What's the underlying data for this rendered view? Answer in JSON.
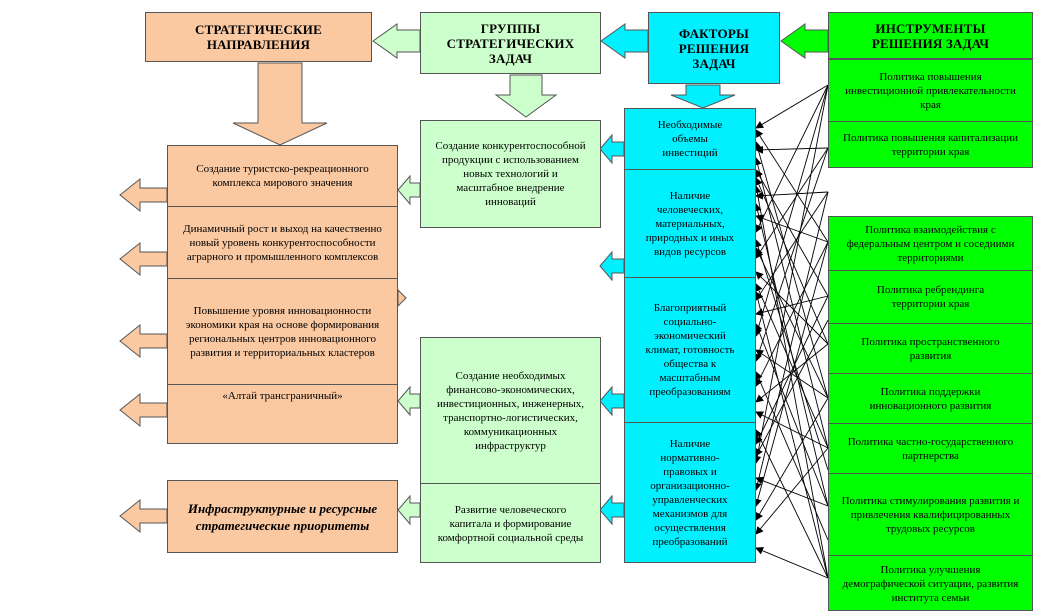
{
  "headers": {
    "directions": "СТРАТЕГИЧЕСКИЕ НАПРАВЛЕНИЯ",
    "groups": "ГРУППЫ СТРАТЕГИЧЕСКИХ ЗАДАЧ",
    "factors": "ФАКТОРЫ РЕШЕНИЯ ЗАДАЧ",
    "tools": "ИНСТРУМЕНТЫ РЕШЕНИЯ ЗАДАЧ"
  },
  "directions": [
    "Создание туристско-рекреационного комплекса мирового значения",
    "Динамичный рост и выход на качественно новый уровень конкурентоспособности аграрного и промышленного комплексов",
    "Повышение уровня инновационности экономики края на основе формирования региональных центров инновационного развития и территориальных кластеров",
    "«Алтай трансграничный»"
  ],
  "infra_priorities": "Инфраструктурные и ресурсные стратегические приоритеты",
  "groups": [
    "Создание конкурентоспособной продукции с использованием новых технологий и масштабное внедрение инноваций",
    "Создание необходимых финансово-экономических, инвестиционных, инженерных, транспортно-логистических, коммуникационных инфраструктур",
    "Развитие человеческого капитала и формирование комфортной социальной среды"
  ],
  "factors": [
    "Необходимые объемы инвестиций",
    "Наличие человеческих, материальных, природных и иных видов ресурсов",
    "Благоприятный социально-экономический климат, готовность общества к масштабным преобразованиям",
    "Наличие нормативно-правовых и организационно-управленческих механизмов для осуществления преобразований"
  ],
  "tools_top": [
    "Политика повышения инвестиционной привлекательности края",
    "Политика повышения капитализации территории края"
  ],
  "tools_bottom": [
    "Политика взаимодействия с федеральным центром и соседними территориями",
    "Политика ребрендинга территории края",
    "Политика пространственного развития",
    "Политика поддержки инновационного развития",
    "Политика частно-государственного партнерства",
    "Политика стимулирования развития и привлечения квалифицированных трудовых ресурсов",
    "Политика улучшения демографической ситуации, развития института семьи"
  ],
  "colors": {
    "orange": "#fac9a2",
    "light_green": "#ccffcc",
    "cyan": "#00f0ff",
    "green": "#00ff00"
  }
}
